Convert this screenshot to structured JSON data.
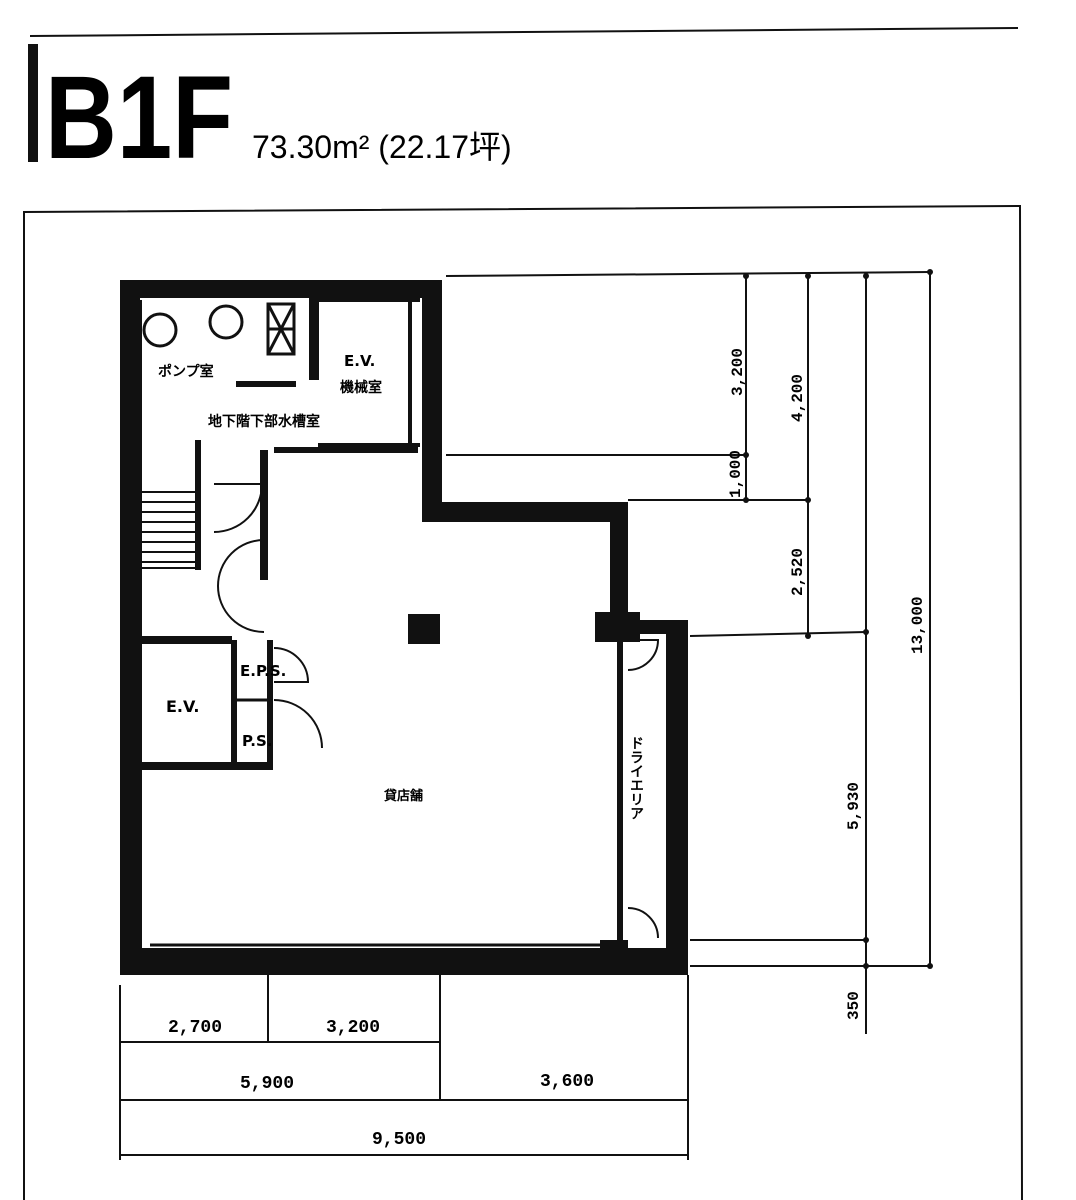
{
  "header": {
    "floor": "B1F",
    "area": "73.30m² (22.17坪)"
  },
  "rooms": {
    "pump": "ポンプ室",
    "ev_machine_1": "E.V.",
    "ev_machine_2": "機械室",
    "water_tank": "地下階下部水槽室",
    "ev": "E.V.",
    "eps": "E.P.S.",
    "ps": "P.S.",
    "store": "貸店舗",
    "dry_area": "ドライエリア"
  },
  "dimensions": {
    "bottom": {
      "d1": "2,700",
      "d2": "3,200",
      "d3": "5,900",
      "d4": "3,600",
      "total": "9,500"
    },
    "right": {
      "r1": "3,200",
      "r2": "1,000",
      "r3": "4,200",
      "r4": "2,520",
      "r5": "5,930",
      "r6": "13,000",
      "r7": "350"
    }
  }
}
